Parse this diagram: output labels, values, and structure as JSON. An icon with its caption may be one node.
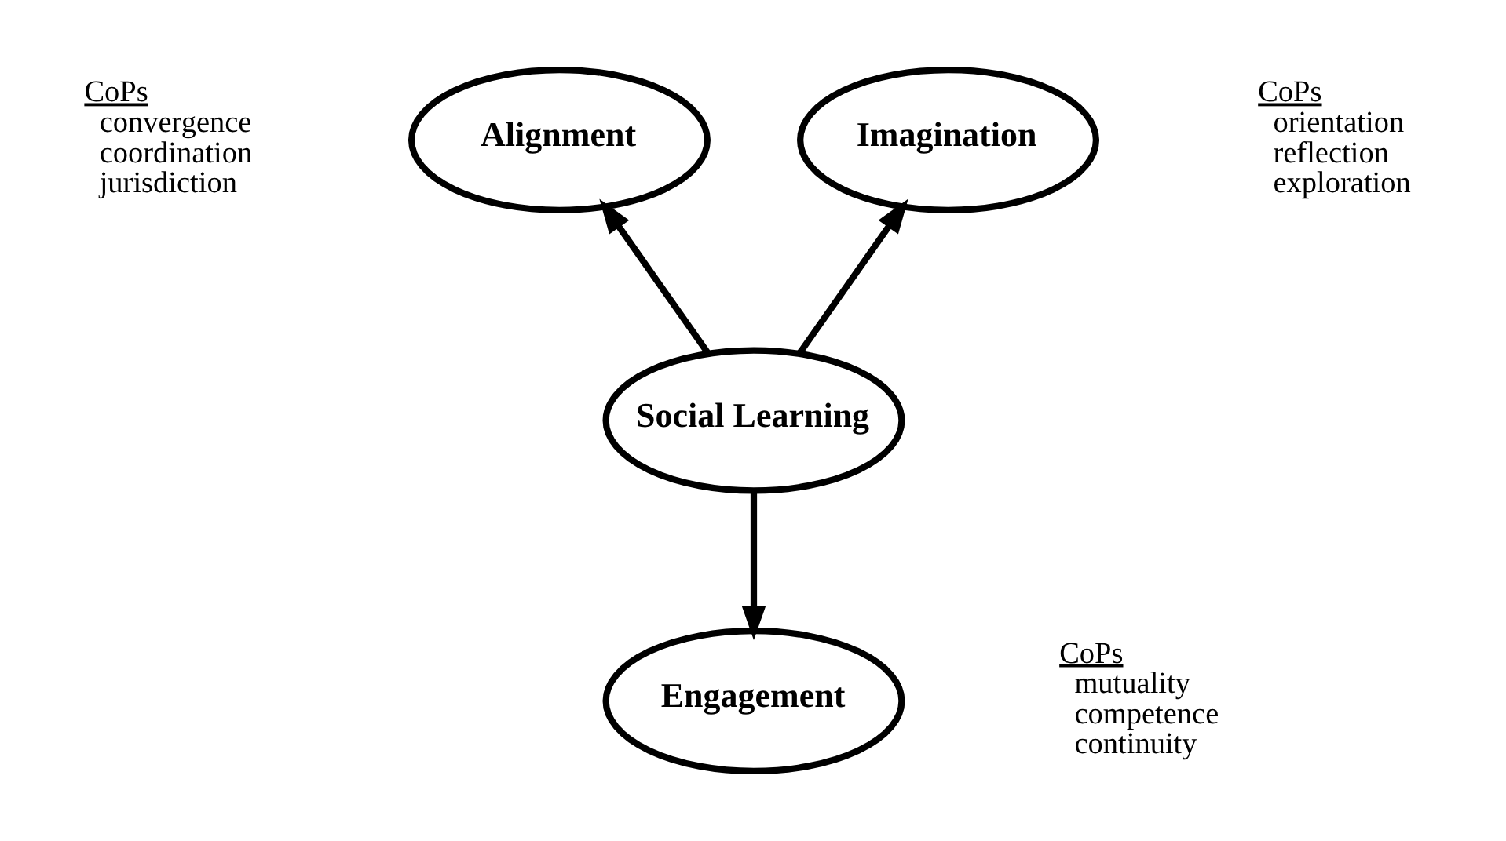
{
  "diagram": {
    "nodes": [
      {
        "text": [
          "Alignment"
        ],
        "beside": [
          "CoPs",
          "convergence",
          "coordination",
          "jurisdiction"
        ]
      },
      {
        "text": [
          "Imagination"
        ],
        "beside": [
          "CoPs",
          "orientation",
          "reflection",
          "exploration"
        ]
      },
      {
        "text": [
          "Social Learning"
        ]
      },
      {
        "text": [
          "Engagement"
        ],
        "beside": [
          "CoPs",
          "mutuality",
          "competence",
          "continuity"
        ]
      }
    ],
    "edges": [
      {
        "from": 2,
        "to": 0,
        "arrow": "to"
      },
      {
        "from": 2,
        "to": 1,
        "arrow": "to"
      },
      {
        "from": 2,
        "to": 3,
        "arrow": "to"
      }
    ]
  }
}
